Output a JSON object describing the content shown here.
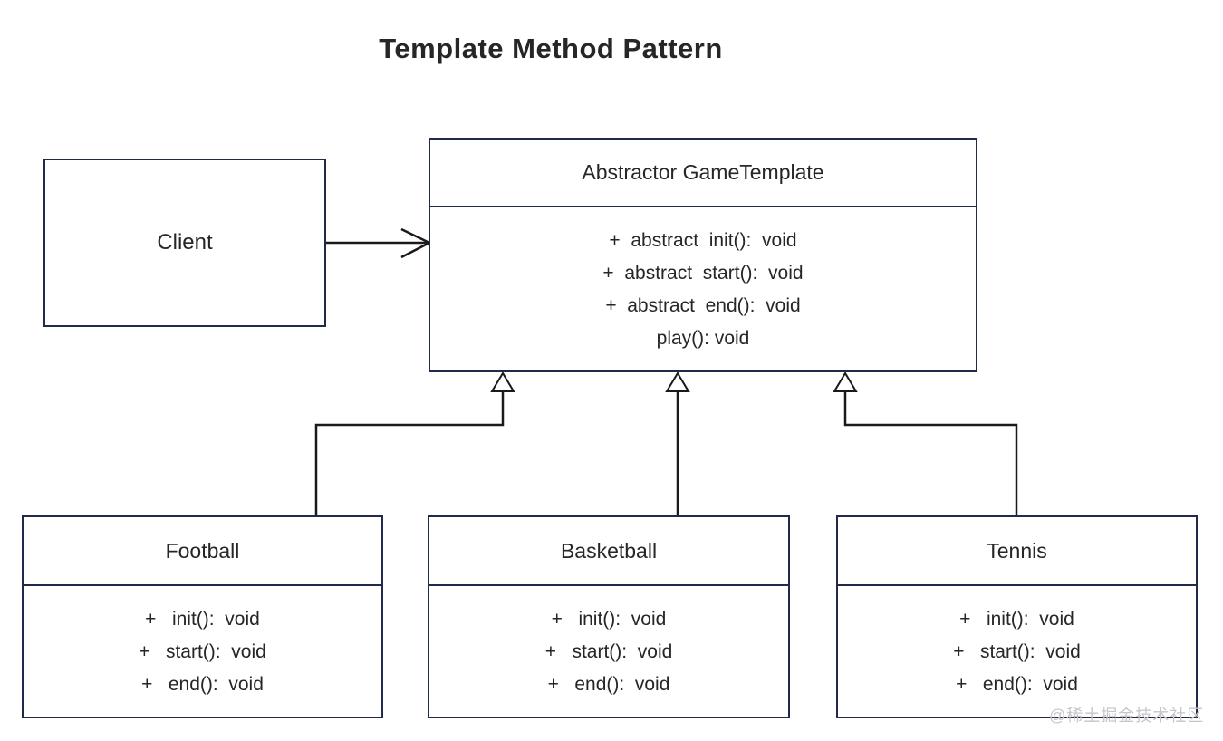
{
  "title": "Template Method Pattern",
  "watermark": "@稀土掘金技术社区",
  "colors": {
    "box_border": "#212a4c",
    "connector": "#1a1a1a",
    "text": "#262626",
    "watermark": "#c6c6c6",
    "background": "#ffffff"
  },
  "client_box": {
    "label": "Client"
  },
  "template_class": {
    "name": "Abstractor GameTemplate",
    "methods": [
      "+  abstract  init():  void",
      "+  abstract  start():  void",
      "+  abstract  end():  void",
      "play(): void"
    ]
  },
  "subclasses": [
    {
      "name": "Football",
      "methods": [
        "+   init():  void",
        "+   start():  void",
        "+   end():  void"
      ]
    },
    {
      "name": "Basketball",
      "methods": [
        "+   init():  void",
        "+   start():  void",
        "+   end():  void"
      ]
    },
    {
      "name": "Tennis",
      "methods": [
        "+   init():  void",
        "+   start():  void",
        "+   end():  void"
      ]
    }
  ],
  "relations": {
    "client_to_template": "association-arrow",
    "subclass_to_template": "inheritance-hollow-triangle"
  }
}
